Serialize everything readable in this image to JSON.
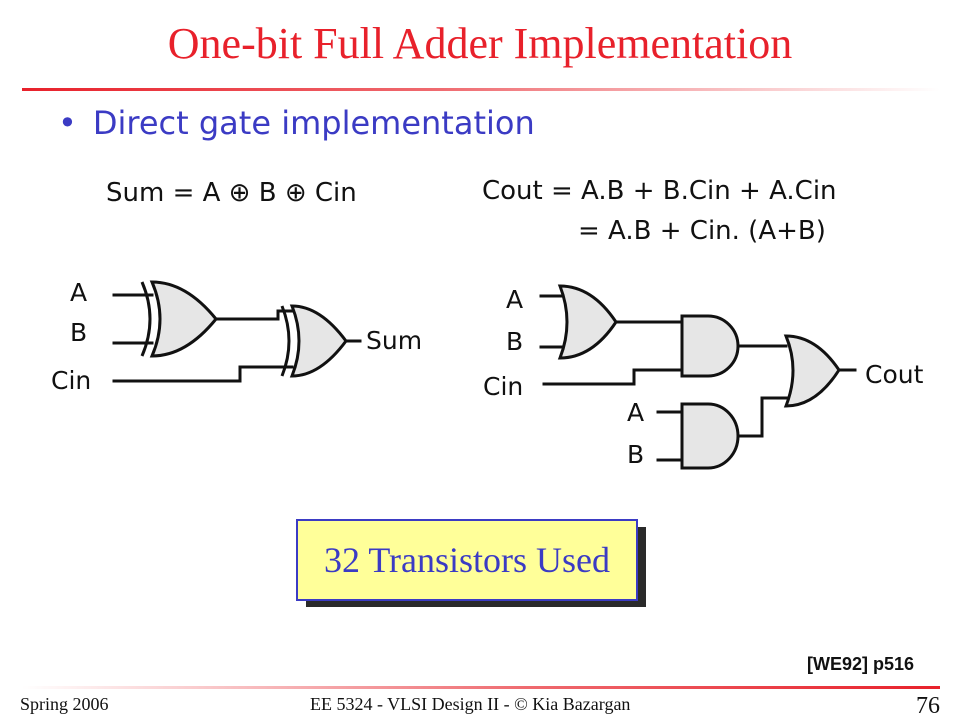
{
  "title": "One-bit Full Adder Implementation",
  "bullet": "Direct gate implementation",
  "equations": {
    "sum": "Sum = A ⊕ B ⊕ Cin",
    "cout_line1": "Cout = A.B + B.Cin + A.Cin",
    "cout_line2": "= A.B + Cin. (A+B)"
  },
  "sum_circuit": {
    "in_a": "A",
    "in_b": "B",
    "in_cin": "Cin",
    "out": "Sum"
  },
  "cout_circuit": {
    "in_a1": "A",
    "in_b1": "B",
    "in_cin": "Cin",
    "in_a2": "A",
    "in_b2": "B",
    "out": "Cout"
  },
  "callout": "32 Transistors Used",
  "reference": "[WE92] p516",
  "footer": {
    "left": "Spring 2006",
    "center": "EE 5324 - VLSI Design II - © Kia Bazargan",
    "page": "76"
  },
  "colors": {
    "title": "#e8212b",
    "bullet": "#3b3bc4",
    "gate_fill": "#e6e6e6",
    "callout_fill": "#ffff99"
  }
}
